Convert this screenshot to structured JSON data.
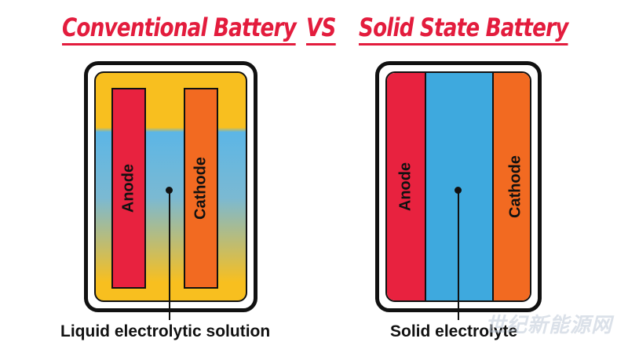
{
  "titles": {
    "left": "Conventional Battery",
    "vs": "VS",
    "right": "Solid State Battery"
  },
  "conventional": {
    "anode": "Anode",
    "cathode": "Cathode",
    "caption": "Liquid electrolytic solution"
  },
  "solid": {
    "anode": "Anode",
    "cathode": "Cathode",
    "caption": "Solid electrolyte"
  },
  "watermark": "世纪新能源网",
  "colors": {
    "title_red": "#e31c3d",
    "anode_red": "#e8223f",
    "cathode_orange": "#f26a21",
    "electrolyte_blue": "#3ea9de",
    "liquid_yellow": "#f8bf1f",
    "outline": "#111111"
  }
}
